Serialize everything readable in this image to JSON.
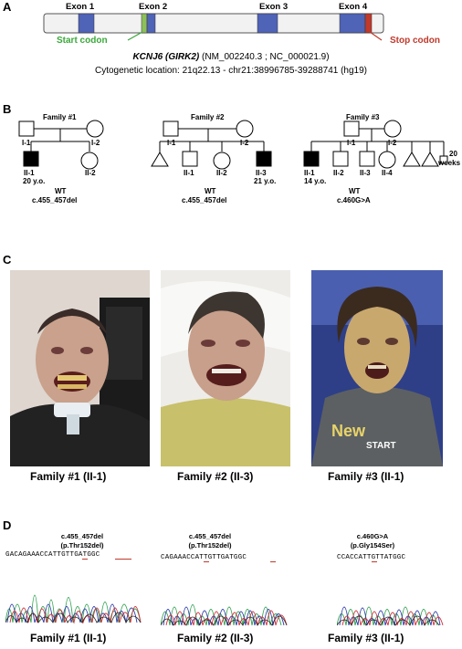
{
  "panels": {
    "a": "A",
    "b": "B",
    "c": "C",
    "d": "D"
  },
  "gene": {
    "exons": [
      "Exon 1",
      "Exon 2",
      "Exon 3",
      "Exon 4"
    ],
    "start_codon": "Start codon",
    "stop_codon": "Stop codon",
    "gene_name": "KCNJ6 (GIRK2)",
    "accession": " (NM_002240.3 ; NC_000021.9)",
    "location": "Cytogenetic location: 21q22.13 - chr21:38996785-39288741 (hg19)",
    "colors": {
      "exon": "#4f63b7",
      "start": "#8dc05a",
      "stop": "#c0392b",
      "start_text": "#3aa83a",
      "stop_text": "#c0392b"
    }
  },
  "pedigrees": [
    {
      "title": "Family #1",
      "ids": [
        "I-1",
        "I-2",
        "II-1",
        "II-2"
      ],
      "age": "20 y.o.",
      "genotypes": [
        "WT",
        "c.455_457del"
      ]
    },
    {
      "title": "Family #2",
      "ids": [
        "I-1",
        "I-2",
        "II-1",
        "II-2",
        "II-3"
      ],
      "age": "21 y.o.",
      "genotypes": [
        "WT",
        "c.455_457del"
      ]
    },
    {
      "title": "Family #3",
      "ids": [
        "I-1",
        "I-2",
        "II-1",
        "II-2",
        "II-3",
        "II-4"
      ],
      "age": "14 y.o.",
      "extra": "20",
      "extra2": "weeks",
      "genotypes": [
        "WT",
        "c.460G>A"
      ]
    }
  ],
  "photos": [
    {
      "caption": "Family #1 (II-1)"
    },
    {
      "caption": "Family #2 (II-3)"
    },
    {
      "caption": "Family #3 (II-1)"
    }
  ],
  "chromatograms": [
    {
      "mutation": "c.455_457del",
      "protein": "(p.Thr152del)",
      "seq": "GACAGAAACCATTGTTGATGGC",
      "caption": "Family #1 (II-1)"
    },
    {
      "mutation": "c.455_457del",
      "protein": "(p.Thr152del)",
      "seq": "CAGAAACCATTGTTGATGGC",
      "caption": "Family #2 (II-3)"
    },
    {
      "mutation": "c.460G>A",
      "protein": "(p.Gly154Ser)",
      "seq": "CCACCATTGTTATGGC",
      "caption": "Family #3 (II-1)"
    }
  ]
}
